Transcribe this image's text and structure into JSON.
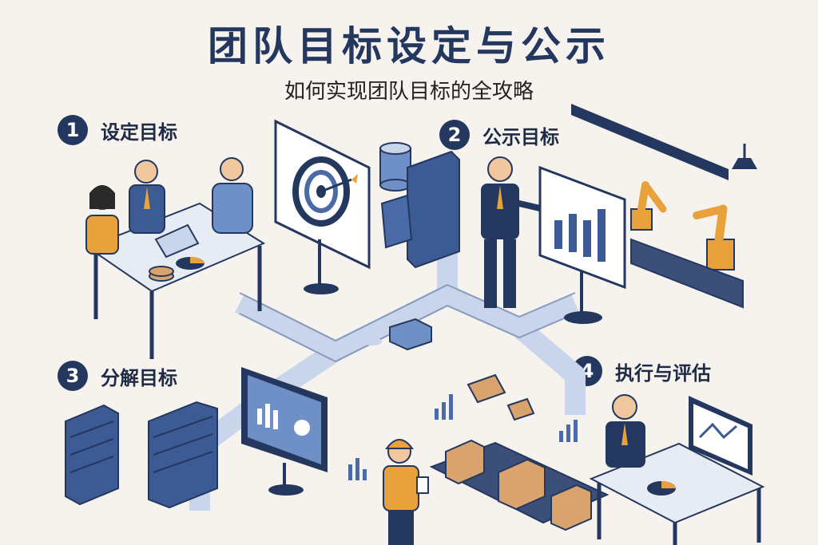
{
  "title": "团队目标设定与公示",
  "subtitle": "如何实现团队目标的全攻略",
  "steps": [
    {
      "number": "1",
      "label": "设定目标"
    },
    {
      "number": "2",
      "label": "公示目标"
    },
    {
      "number": "3",
      "label": "分解目标"
    },
    {
      "number": "4",
      "label": "执行与评估"
    }
  ],
  "colors": {
    "navy": "#24375e",
    "blue": "#4a6aa8",
    "lightblue": "#c9d5ea",
    "orange": "#e9a23b",
    "box": "#d9a36d",
    "background": "#f6f3ee"
  }
}
